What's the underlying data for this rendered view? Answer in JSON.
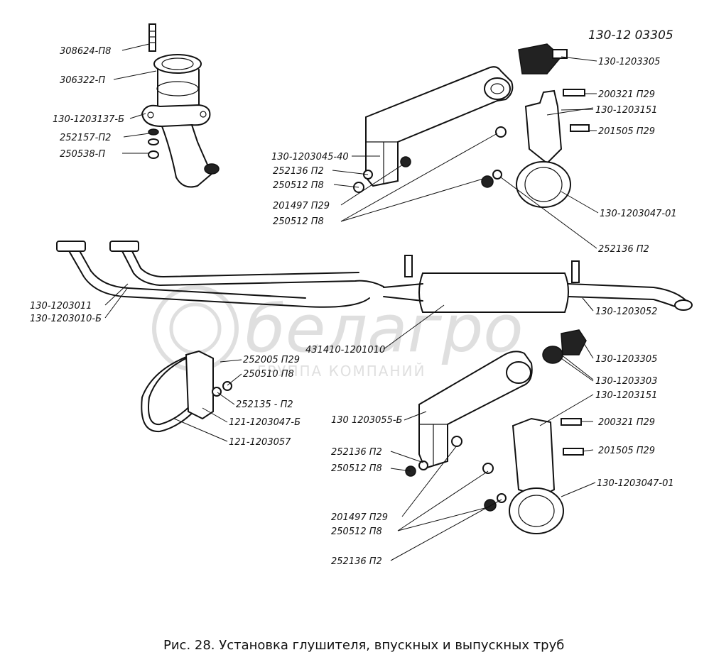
{
  "watermark": {
    "brand": "белагро",
    "subtitle": "ГРУППА КОМПАНИЙ"
  },
  "caption": "Рис. 28. Установка глушителя, впускных и выпускных труб",
  "part_numbers": {
    "p308624": "308624-П8",
    "p306322": "306322-П",
    "p130_1203137": "130-1203137-Б",
    "p252157": "252157-П2",
    "p250538": "250538-П",
    "header_1203305": "130-12 03305",
    "p1203305_top": "130-1203305",
    "p200321_top": "200321 П29",
    "p1203151_top": "130-1203151",
    "p201505_top": "201505 П29",
    "p1203045": "130-1203045-40",
    "p252136_a": "252136 П2",
    "p250512_a": "250512 П8",
    "p201497_a": "201497 П29",
    "p250512_b": "250512 П8",
    "p1203047_top": "130-1203047-01",
    "p252136_b": "252136 П2",
    "p1203011": "130-1203011",
    "p1203010": "130-1203010-Б",
    "p1203052": "130-1203052",
    "p431410": "431410-1201010",
    "p252005": "252005 П29",
    "p250510": "250510 П8",
    "p252135": "252135 - П2",
    "p121_1203047": "121-1203047-Б",
    "p121_1203057": "121-1203057",
    "p1203305_mid": "130-1203305",
    "p1203303": "130-1203303",
    "p1203151_mid": "130-1203151",
    "p1203055": "130 1203055-Б",
    "p200321_mid": "200321 П29",
    "p201505_mid": "201505 П29",
    "p252136_c": "252136 П2",
    "p250512_c": "250512 П8",
    "p1203047_mid": "130-1203047-01",
    "p201497_c": "201497 П29",
    "p250512_d": "250512 П8",
    "p252136_d": "252136 П2"
  }
}
